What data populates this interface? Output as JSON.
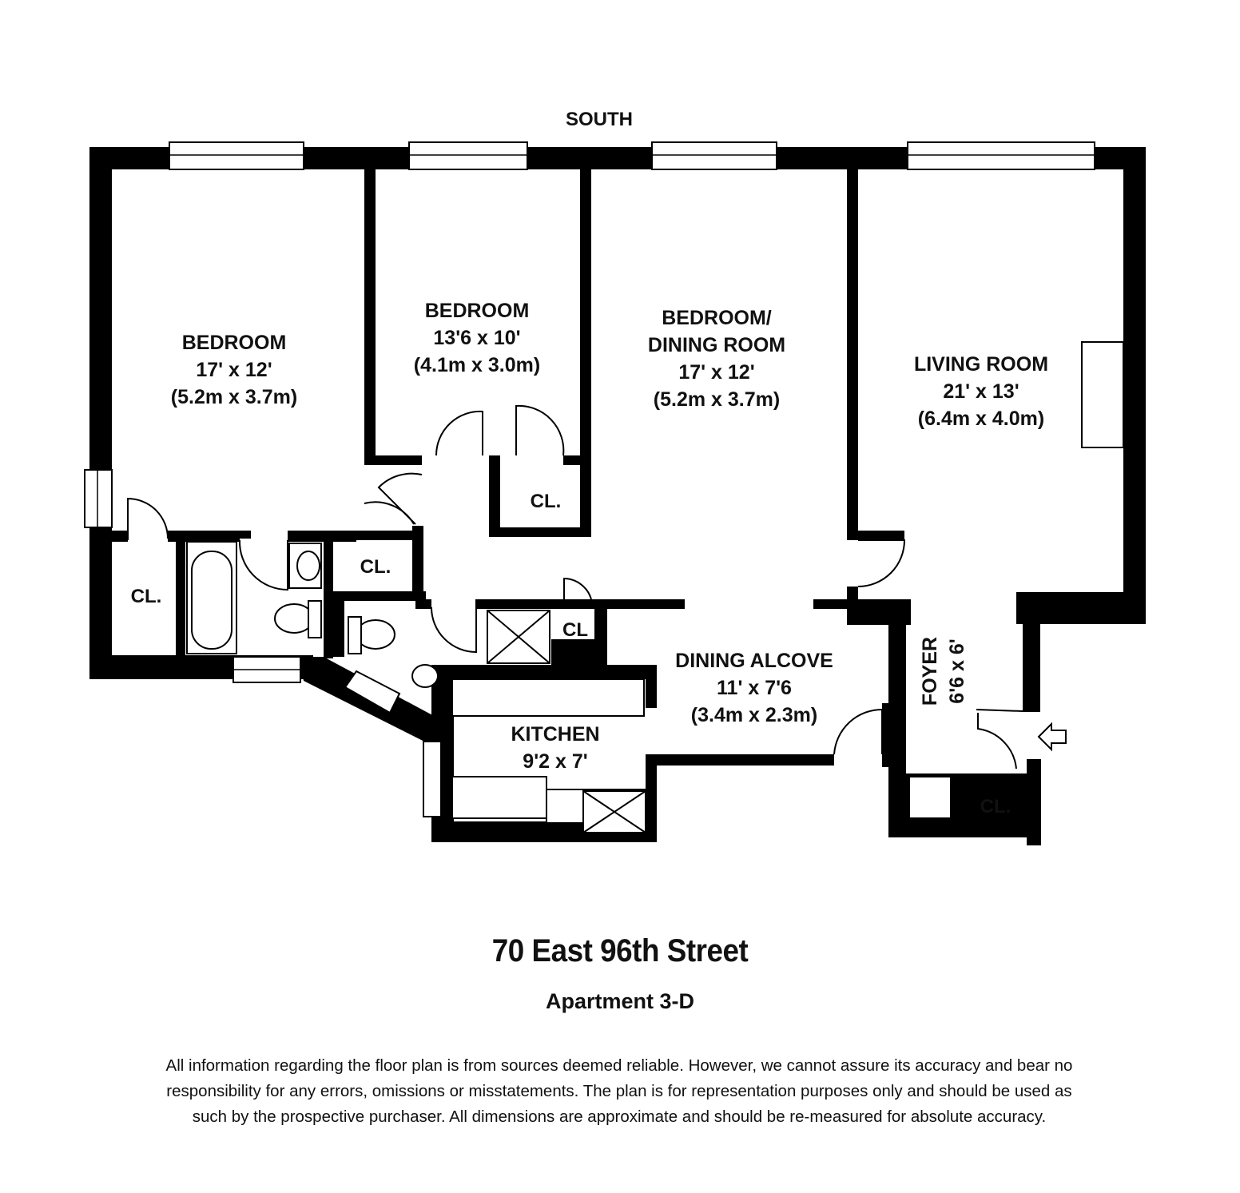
{
  "orientation_label": "SOUTH",
  "rooms": {
    "bedroom1": {
      "name": "BEDROOM",
      "size_ft": "17' x 12'",
      "size_m": "(5.2m x 3.7m)"
    },
    "bedroom2": {
      "name": "BEDROOM",
      "size_ft": "13'6 x 10'",
      "size_m": "(4.1m x 3.0m)"
    },
    "bedroom3": {
      "name_line1": "BEDROOM/",
      "name_line2": "DINING ROOM",
      "size_ft": "17' x 12'",
      "size_m": "(5.2m x 3.7m)"
    },
    "living": {
      "name": "LIVING ROOM",
      "size_ft": "21' x 13'",
      "size_m": "(6.4m x 4.0m)"
    },
    "dining_alcove": {
      "name": "DINING ALCOVE",
      "size_ft": "11' x 7'6",
      "size_m": "(3.4m x 2.3m)"
    },
    "kitchen": {
      "name": "KITCHEN",
      "size_ft": "9'2 x 7'"
    },
    "foyer": {
      "name": "FOYER",
      "size_ft": "6'6 x 6'"
    }
  },
  "closets": {
    "cl1": "CL.",
    "cl2": "CL.",
    "cl3": "CL.",
    "cl4": "CL",
    "cl5": "CL."
  },
  "address": "70 East 96th Street",
  "apartment": "Apartment 3-D",
  "disclaimer": {
    "line1": "All information regarding the floor plan is from sources deemed reliable.  However, we cannot assure its accuracy and bear no",
    "line2": "responsibility for any errors, omissions or misstatements.  The plan is for representation purposes only and should be used as",
    "line3": "such by the prospective purchaser.  All dimensions are approximate and should be re-measured for absolute accuracy."
  },
  "colors": {
    "wall": "#000000",
    "background": "#ffffff"
  },
  "icons": {
    "entry": "entry-arrow-icon"
  }
}
